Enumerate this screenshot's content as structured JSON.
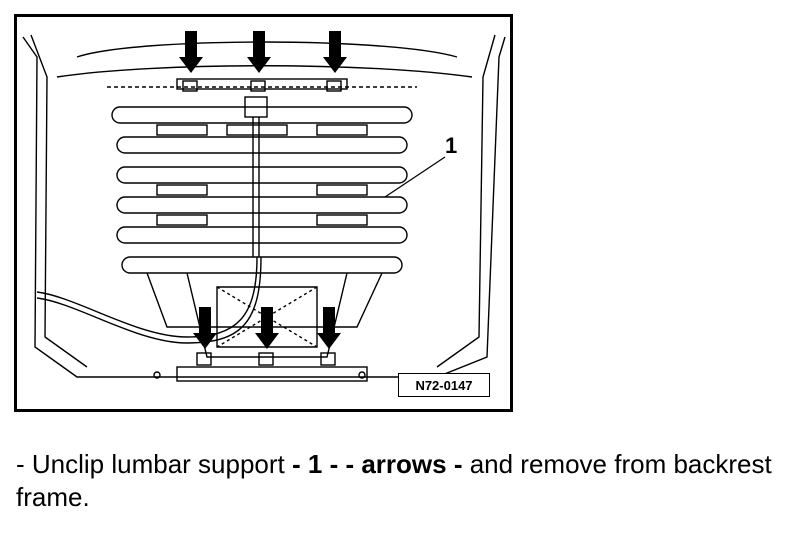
{
  "figure": {
    "id_label": "N72-0147",
    "callout_label": "1"
  },
  "instruction": {
    "prefix": "- Unclip lumbar support ",
    "ref_part": "- 1 - - arrows -",
    "suffix": " and remove from backrest frame."
  }
}
